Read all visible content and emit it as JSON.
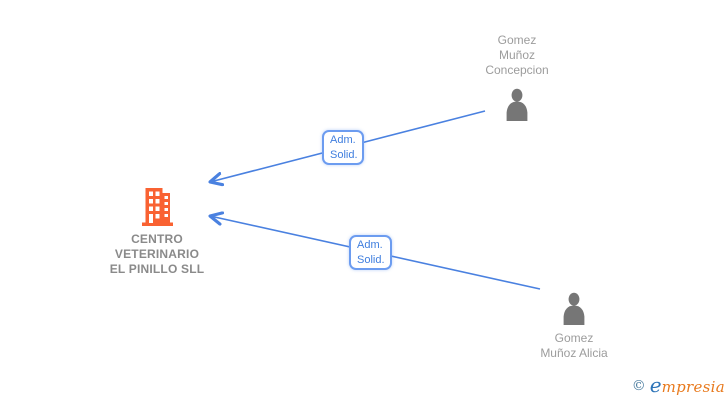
{
  "company": {
    "name_lines": [
      "CENTRO",
      "VETERINARIO",
      "EL PINILLO SLL"
    ],
    "icon": "building-icon",
    "icon_color": "#F96232"
  },
  "persons": [
    {
      "name_lines": [
        "Gomez",
        "Muñoz",
        "Concepcion"
      ],
      "icon": "person-icon",
      "icon_color": "#767676"
    },
    {
      "name_lines": [
        "Gomez",
        "Muñoz Alicia"
      ],
      "icon": "person-icon",
      "icon_color": "#767676"
    }
  ],
  "edges": [
    {
      "from": "Gomez Muñoz Concepcion",
      "to": "CENTRO VETERINARIO EL PINILLO SLL",
      "label_lines": [
        "Adm.",
        "Solid."
      ]
    },
    {
      "from": "Gomez Muñoz Alicia",
      "to": "CENTRO VETERINARIO EL PINILLO SLL",
      "label_lines": [
        "Adm.",
        "Solid."
      ]
    }
  ],
  "colors": {
    "arrow": "#4A81E0",
    "edge_label_border": "#6C9CF0",
    "edge_label_text": "#3F7EDE",
    "company_text": "#8A8A8A",
    "person_text": "#9C9C9C",
    "building_icon": "#F96232",
    "person_icon": "#767676",
    "brand_copyright": "#4B7DA0",
    "brand_e": "#2D74B8",
    "brand_rest": "#E87A1E"
  },
  "footer": {
    "copyright_symbol": "©",
    "brand_first_letter": "e",
    "brand_rest": "mpresia"
  }
}
